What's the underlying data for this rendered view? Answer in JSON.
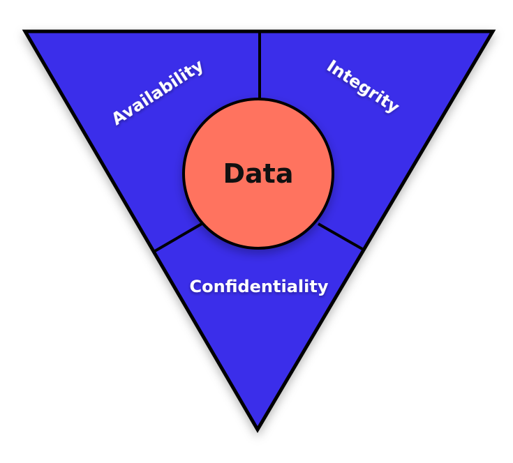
{
  "diagram": {
    "core_label": "Data",
    "segments": {
      "availability": "Availability",
      "integrity": "Integrity",
      "confidentiality": "Confidentiality"
    }
  },
  "colors": {
    "triangle_fill": "#3A2FEA",
    "triangle_outline": "#000000",
    "core_fill": "#FF735E",
    "divider": "#000000",
    "segment_text": "#FFFFFF",
    "core_text": "#111111"
  }
}
